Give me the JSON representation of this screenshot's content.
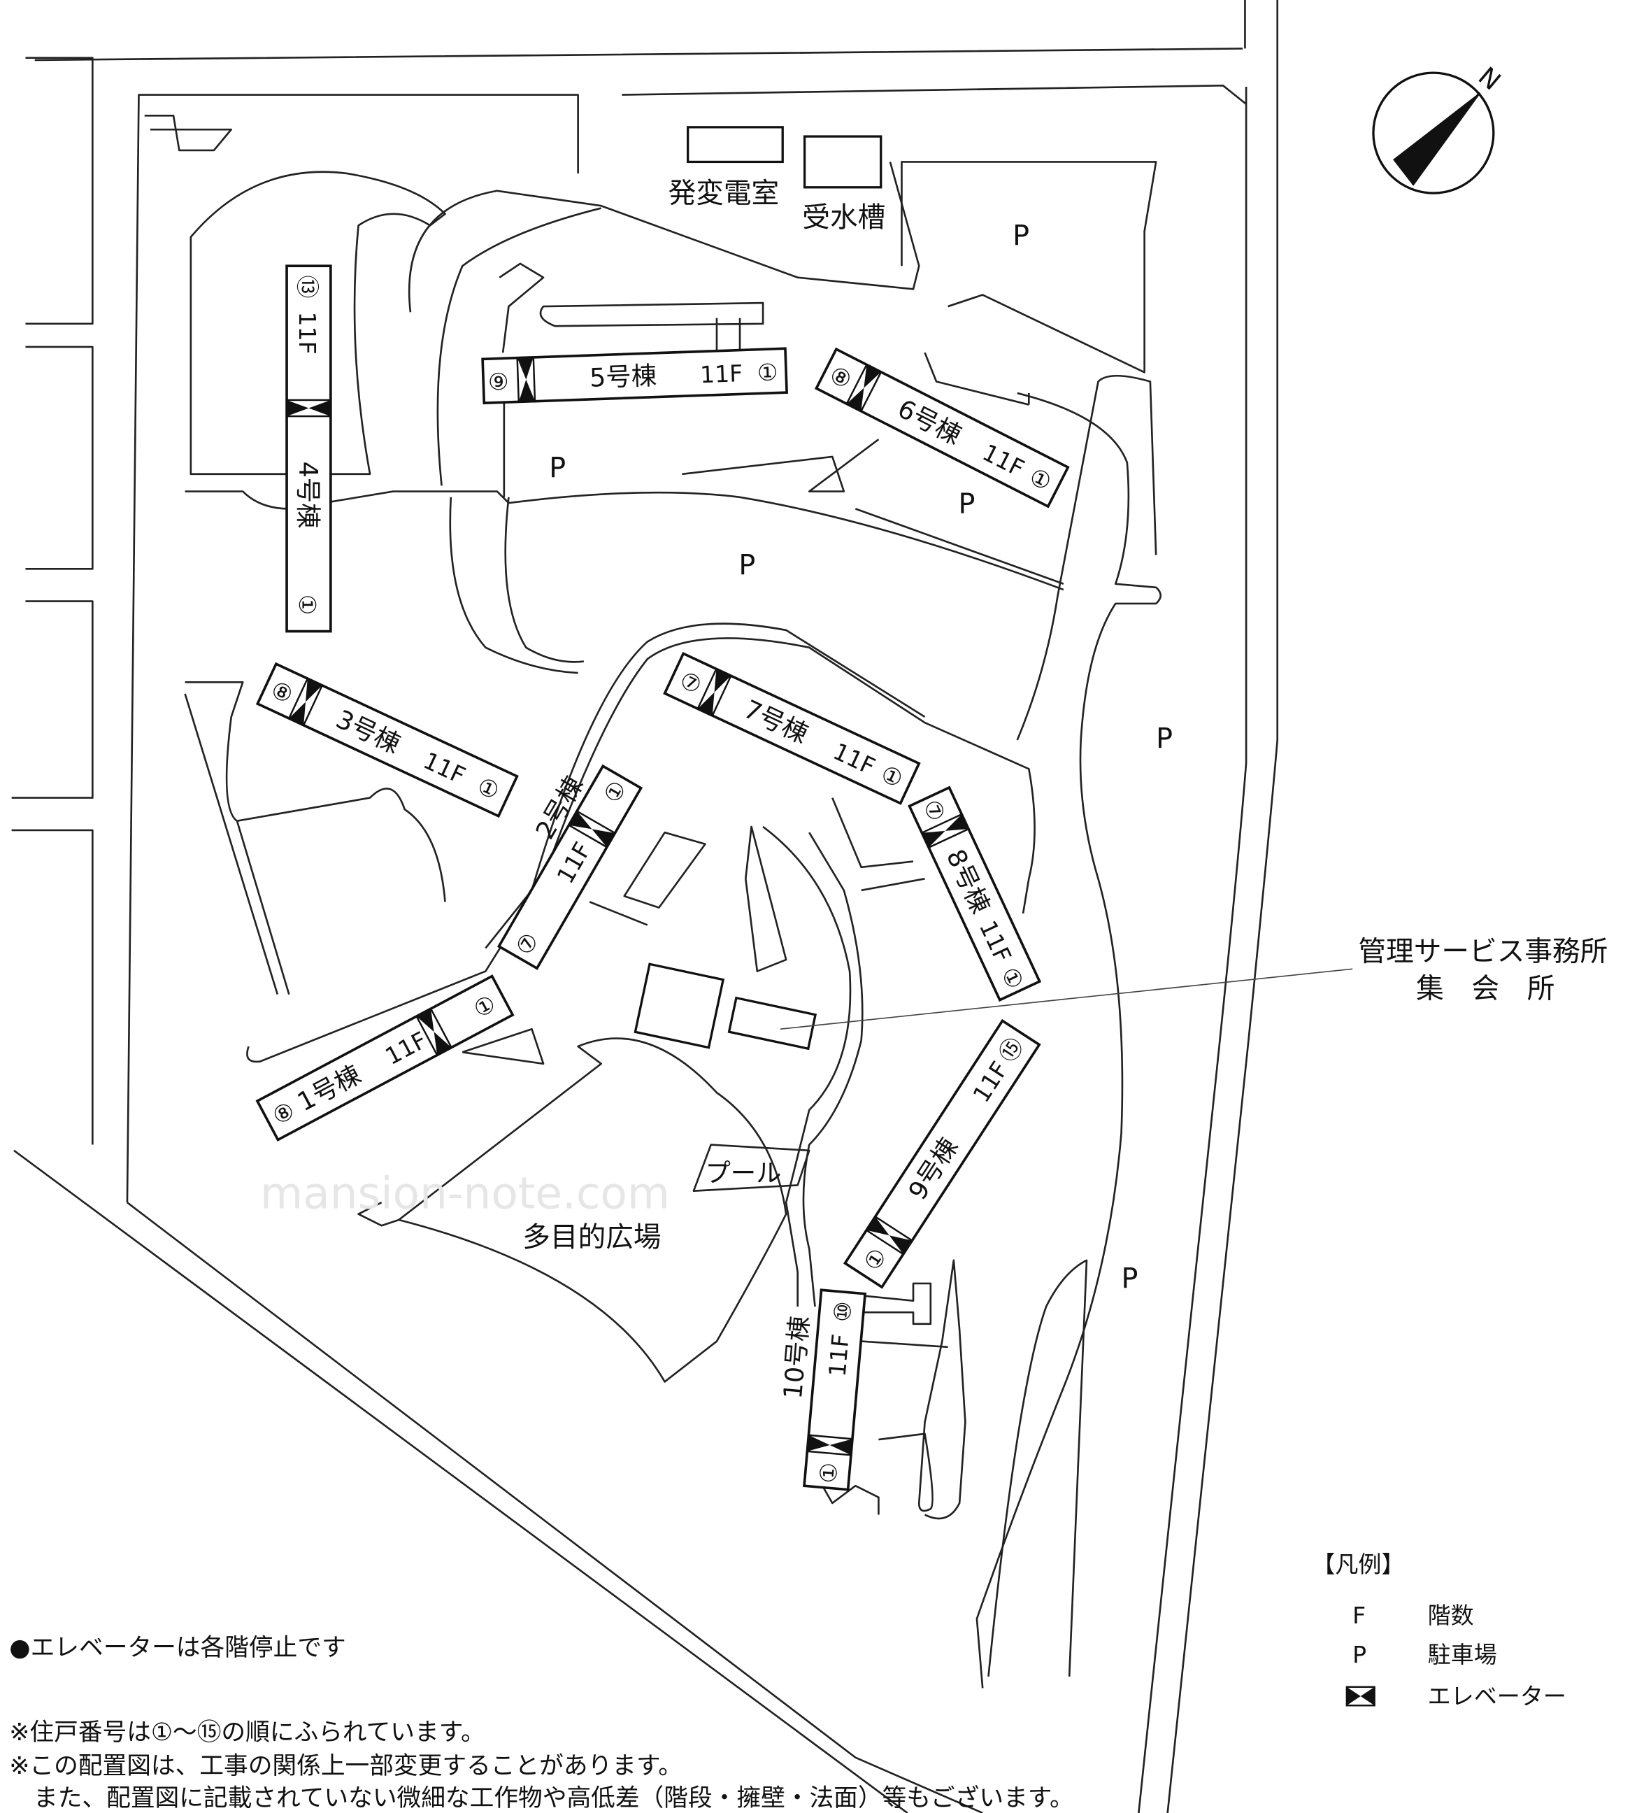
{
  "facilities": {
    "substation": "発変電室",
    "water_tank": "受水槽",
    "management_office": "管理サービス事務所",
    "meeting_hall": "集　会　所",
    "pool": "プール",
    "plaza": "多目的広場",
    "parking": "P",
    "compass_north": "N"
  },
  "buildings": [
    {
      "name": "4号棟",
      "floors": "11F",
      "first_unit": "①",
      "last_unit": "⑬"
    },
    {
      "name": "5号棟",
      "floors": "11F",
      "first_unit": "①",
      "last_unit": "⑨"
    },
    {
      "name": "6号棟",
      "floors": "11F",
      "first_unit": "①",
      "last_unit": "⑧"
    },
    {
      "name": "3号棟",
      "floors": "11F",
      "first_unit": "①",
      "last_unit": "⑧"
    },
    {
      "name": "7号棟",
      "floors": "11F",
      "first_unit": "①",
      "last_unit": "⑦"
    },
    {
      "name": "2号棟",
      "floors": "11F",
      "first_unit": "①",
      "last_unit": "⑦"
    },
    {
      "name": "8号棟",
      "floors": "11F",
      "first_unit": "①",
      "last_unit": "⑦"
    },
    {
      "name": "1号棟",
      "floors": "11F",
      "first_unit": "①",
      "last_unit": "⑧"
    },
    {
      "name": "9号棟",
      "floors": "11F",
      "first_unit": "①",
      "last_unit": "⑮"
    },
    {
      "name": "10号棟",
      "floors": "11F",
      "first_unit": "①",
      "last_unit": "⑩"
    }
  ],
  "legend": {
    "title": "【凡例】",
    "items": [
      {
        "symbol": "F",
        "label": "階数"
      },
      {
        "symbol": "P",
        "label": "駐車場"
      },
      {
        "symbol": "elevator-icon",
        "label": "エレベーター"
      }
    ]
  },
  "notes": {
    "elevator": "●エレベーターは各階停止です",
    "lines": [
      "※住戸番号は①～⑮の順にふられています。",
      "※この配置図は、工事の関係上一部変更することがあります。",
      "　また、配置図に記載されていない微細な工作物や高低差（階段・擁壁・法面）等もございます。"
    ]
  },
  "watermark": "mansion-note.com"
}
